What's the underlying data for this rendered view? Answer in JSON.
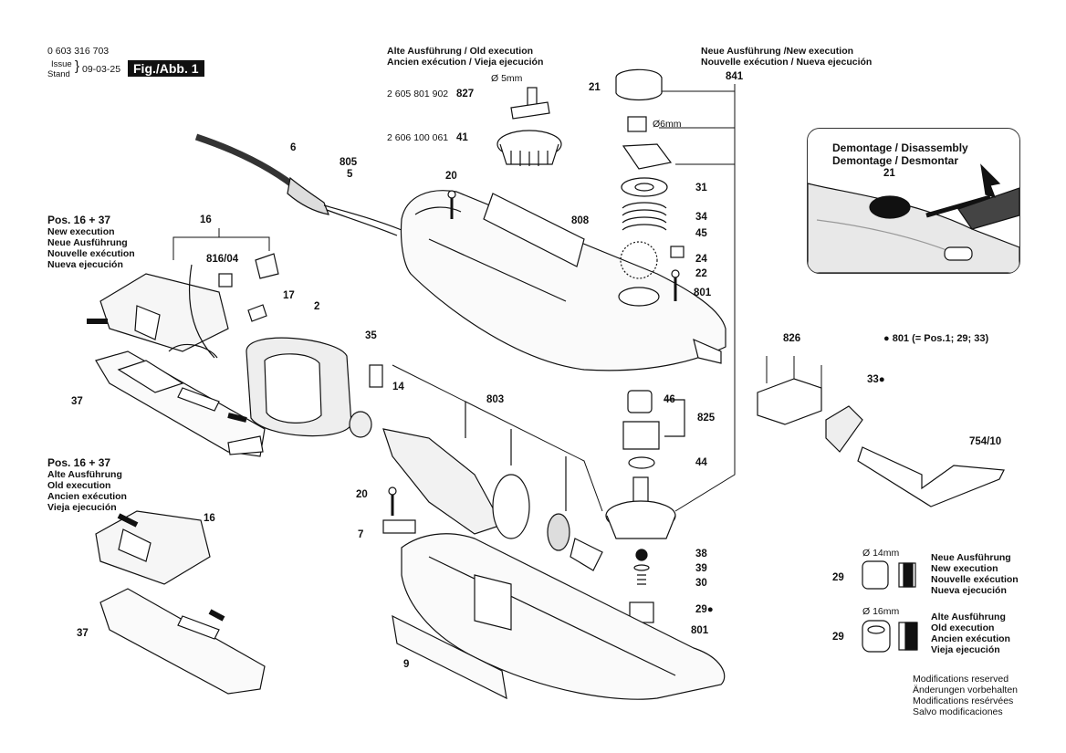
{
  "header": {
    "part_number": "0 603 316 703",
    "issue_label": "Issue",
    "stand_label": "Stand",
    "date": "09-03-25",
    "figure": "Fig./Abb. 1"
  },
  "sections": {
    "old_exec_top": [
      "Alte Ausführung / Old execution",
      "Ancien exécution / Vieja ejecución"
    ],
    "new_exec_top": [
      "Neue Ausführung /New execution",
      "Nouvelle exécution / Nueva ejecución"
    ],
    "pos_new_title": "Pos. 16 + 37",
    "pos_new_lines": [
      "New execution",
      "Neue Ausführung",
      "Nouvelle exécution",
      "Nueva ejecución"
    ],
    "pos_old_title": "Pos. 16 + 37",
    "pos_old_lines": [
      "Alte Ausführung",
      "Old execution",
      "Ancien exécution",
      "Vieja ejecución"
    ],
    "disassembly": [
      "Demontage / Disassembly",
      "Demontage / Desmontar"
    ],
    "note_801": "● 801 (= Pos.1; 29; 33)",
    "d14": "Ø 14mm",
    "d16": "Ø 16mm",
    "d14_lines": [
      "Neue Ausführung",
      "New execution",
      "Nouvelle exécution",
      "Nueva ejecución"
    ],
    "d16_lines": [
      "Alte Ausführung",
      "Old execution",
      "Ancien exécution",
      "Vieja ejecución"
    ],
    "modifications": [
      "Modifications reserved",
      "Änderungen vorbehalten",
      "Modifications resérvées",
      "Salvo modificaciones"
    ],
    "d5mm": "Ø 5mm",
    "d6mm": "Ø6mm",
    "code_827": "2 605 801 902",
    "code_41": "2 606 100 061"
  },
  "labels": {
    "l827": "827",
    "l41": "41",
    "l841": "841",
    "l21": "21",
    "l21b": "21",
    "l31": "31",
    "l34": "34",
    "l45": "45",
    "l24": "24",
    "l22": "22",
    "l801a": "801",
    "l801b": "801",
    "l6": "6",
    "l805": "805",
    "l5": "5",
    "l20a": "20",
    "l20b": "20",
    "l808": "808",
    "l16a": "16",
    "l16b": "16",
    "l816": "816/04",
    "l17": "17",
    "l2": "2",
    "l35": "35",
    "l14": "14",
    "l803": "803",
    "l37a": "37",
    "l37b": "37",
    "l46": "46",
    "l825": "825",
    "l44": "44",
    "l826": "826",
    "l33": "33●",
    "l754": "754/10",
    "l7": "7",
    "l38": "38",
    "l39": "39",
    "l30": "30",
    "l29a": "29●",
    "l29b": "29",
    "l29c": "29",
    "l9": "9"
  }
}
